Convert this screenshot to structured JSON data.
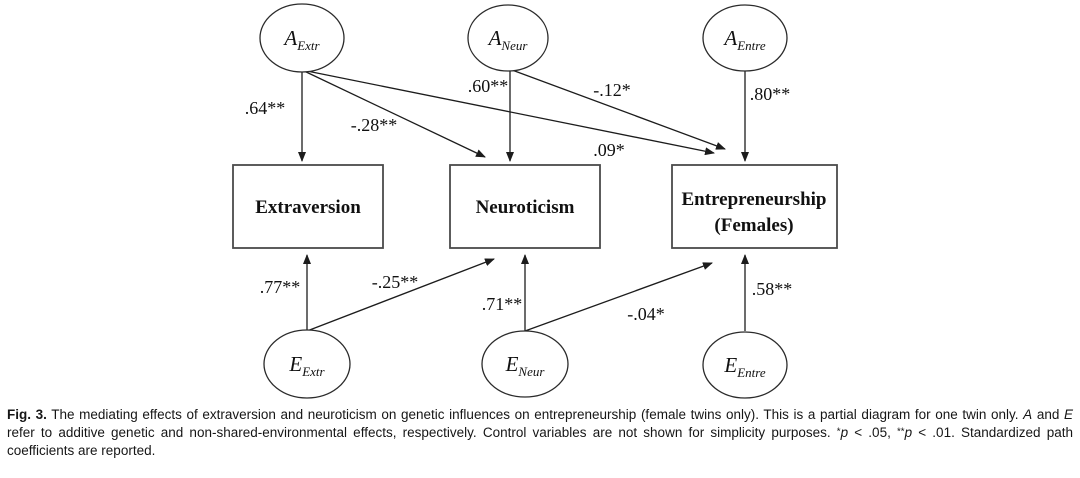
{
  "diagram": {
    "nodes": {
      "a_extr": {
        "symbol": "A",
        "subscript": "Extr"
      },
      "a_neur": {
        "symbol": "A",
        "subscript": "Neur"
      },
      "a_entre": {
        "symbol": "A",
        "subscript": "Entre"
      },
      "e_extr": {
        "symbol": "E",
        "subscript": "Extr"
      },
      "e_neur": {
        "symbol": "E",
        "subscript": "Neur"
      },
      "e_entre": {
        "symbol": "E",
        "subscript": "Entre"
      },
      "extraversion": {
        "label": "Extraversion"
      },
      "neuroticism": {
        "label": "Neuroticism"
      },
      "entrepreneurship": {
        "line1": "Entrepreneurship",
        "line2": "(Females)"
      }
    },
    "edges": [
      {
        "from": "A_Extr",
        "to": "Extraversion",
        "coefficient": ".64**"
      },
      {
        "from": "A_Extr",
        "to": "Neuroticism",
        "coefficient": "-.28**"
      },
      {
        "from": "A_Extr",
        "to": "Entrepreneurship",
        "coefficient": ".09*"
      },
      {
        "from": "A_Neur",
        "to": "Neuroticism",
        "coefficient": ".60**"
      },
      {
        "from": "A_Neur",
        "to": "Entrepreneurship",
        "coefficient": "-.12*"
      },
      {
        "from": "A_Entre",
        "to": "Entrepreneurship",
        "coefficient": ".80**"
      },
      {
        "from": "E_Extr",
        "to": "Extraversion",
        "coefficient": ".77**"
      },
      {
        "from": "E_Extr",
        "to": "Neuroticism",
        "coefficient": "-.25**"
      },
      {
        "from": "E_Neur",
        "to": "Neuroticism",
        "coefficient": ".71**"
      },
      {
        "from": "E_Neur",
        "to": "Entrepreneurship",
        "coefficient": "-.04*"
      },
      {
        "from": "E_Entre",
        "to": "Entrepreneurship",
        "coefficient": ".58**"
      }
    ],
    "colors": {
      "line": "#1c1c1c",
      "box_border": "#4a4a4a",
      "text": "#111111",
      "background": "#ffffff"
    }
  },
  "figure": {
    "caption_segments": [
      {
        "text": "Fig. 3.",
        "style": "bold"
      },
      {
        "text": " The mediating effects of extraversion and neuroticism on genetic influences on entrepreneurship (female twins only). This is a partial diagram for one twin only. ",
        "style": "normal"
      },
      {
        "text": "A",
        "style": "italic"
      },
      {
        "text": " and ",
        "style": "normal"
      },
      {
        "text": "E",
        "style": "italic"
      },
      {
        "text": " refer to additive genetic and non-shared-environmental effects, respectively. Control variables are not shown for simplicity purposes. ",
        "style": "normal"
      },
      {
        "text": "*",
        "style": "sup"
      },
      {
        "text": "p",
        "style": "italic"
      },
      {
        "text": " < .05, ",
        "style": "normal"
      },
      {
        "text": "**",
        "style": "sup"
      },
      {
        "text": "p",
        "style": "italic"
      },
      {
        "text": " < .01. Standardized path coefficients are reported.",
        "style": "normal"
      }
    ]
  }
}
